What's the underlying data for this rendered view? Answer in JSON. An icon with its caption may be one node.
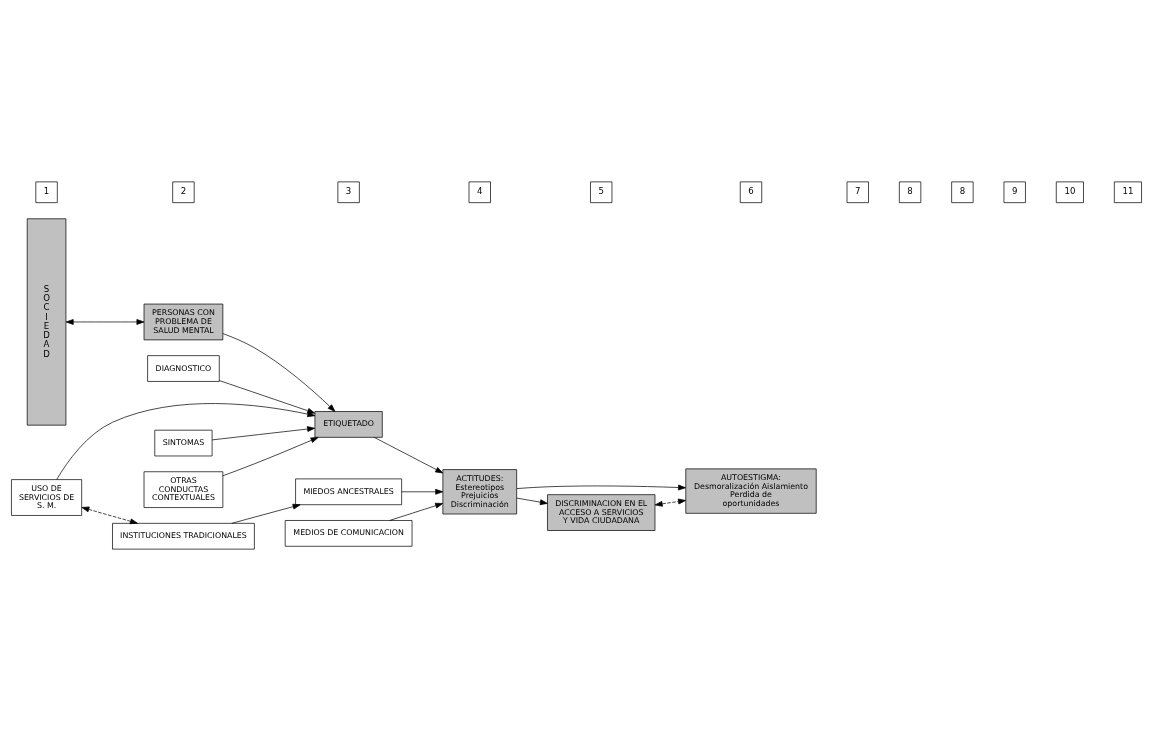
{
  "diagram": {
    "nodes": [
      {
        "text": [
          "SOCIEDAD"
        ]
      },
      {
        "text": [
          "PERSONAS CON PROBLEMA DE SALUD MENTAL"
        ]
      },
      {
        "text": [
          "DIAGNOSTICO"
        ]
      },
      {
        "text": [
          "USO DE SERVICIOS DE S. M."
        ]
      },
      {
        "text": [
          "INSTITUCIONES TRADICIONALES"
        ]
      },
      {
        "text": [
          "ETIQUETADO"
        ]
      },
      {
        "text": [
          "MIEDOS ANCESTRALES"
        ]
      },
      {
        "text": [
          "ACTITUDES:",
          "Estereotipos Prejuicios Discriminación"
        ]
      },
      {
        "text": [
          "SINTOMAS"
        ]
      },
      {
        "text": [
          "OTRAS CONDUCTAS CONTEXTUALES"
        ]
      },
      {
        "text": [
          "MEDIOS DE COMUNICACION"
        ]
      },
      {
        "text": [
          "DISCRIMINACION EN EL ACCESO A SERVICIOS Y VIDA CIUDADANA"
        ]
      },
      {
        "text": [
          "AUTOESTIGMA:",
          "Desmoralización Aislamiento Perdida de oportunidades"
        ]
      },
      {
        "text": [
          "1"
        ]
      },
      {
        "text": [
          "2"
        ]
      },
      {
        "text": [
          "3"
        ]
      },
      {
        "text": [
          "4"
        ]
      },
      {
        "text": [
          "5"
        ]
      },
      {
        "text": [
          "6"
        ]
      },
      {
        "text": [
          "7"
        ]
      },
      {
        "text": [
          "8"
        ]
      },
      {
        "text": [
          "8"
        ]
      },
      {
        "text": [
          "9"
        ]
      },
      {
        "text": [
          "10"
        ]
      },
      {
        "text": [
          "11"
        ]
      }
    ],
    "edges": [
      {
        "from": 0,
        "to": 1,
        "arrow": "both"
      },
      {
        "from": 1,
        "to": 5,
        "arrow": "to"
      },
      {
        "from": 2,
        "to": 5,
        "arrow": "to"
      },
      {
        "from": 3,
        "to": 5,
        "arrow": "to"
      },
      {
        "from": 3,
        "to": 4,
        "arrow": "both",
        "style": "dashed"
      },
      {
        "from": 4,
        "to": 6,
        "arrow": "to"
      },
      {
        "from": 5,
        "to": 7,
        "arrow": "to"
      },
      {
        "from": 6,
        "to": 7,
        "arrow": "to"
      },
      {
        "from": 8,
        "to": 5,
        "arrow": "to"
      },
      {
        "from": 9,
        "to": 5,
        "arrow": "to"
      },
      {
        "from": 10,
        "to": 7,
        "arrow": "to"
      },
      {
        "from": 7,
        "to": 11,
        "arrow": "to"
      },
      {
        "from": 7,
        "to": 12,
        "arrow": "to"
      },
      {
        "from": 11,
        "to": 12,
        "arrow": "both",
        "style": "dashed"
      }
    ]
  }
}
